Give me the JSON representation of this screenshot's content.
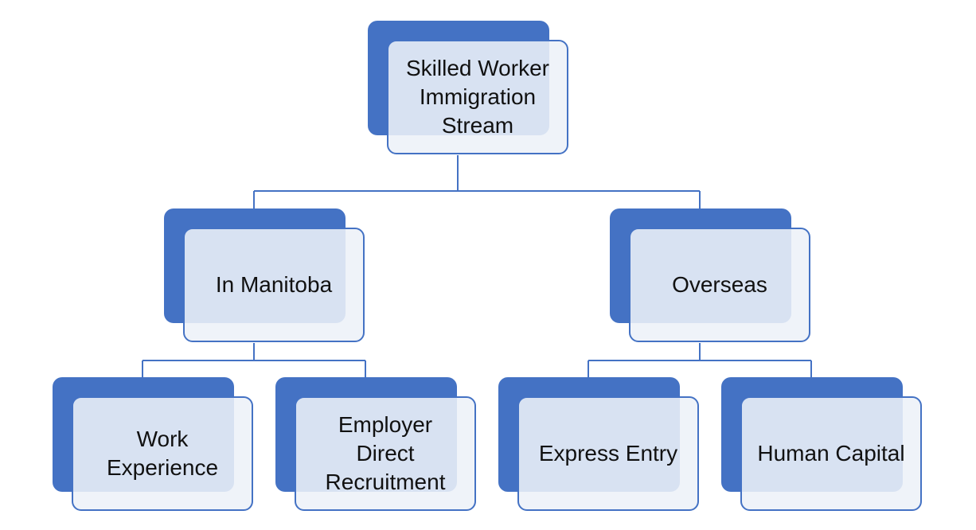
{
  "diagram": {
    "root": {
      "label": "Skilled Worker\nImmigration\nStream"
    },
    "branches": [
      {
        "label": "In Manitoba",
        "children": [
          {
            "label": "Work\nExperience"
          },
          {
            "label": "Employer\nDirect\nRecruitment"
          }
        ]
      },
      {
        "label": "Overseas",
        "children": [
          {
            "label": "Express Entry"
          },
          {
            "label": "Human Capital"
          }
        ]
      }
    ],
    "colors": {
      "accent": "#4472c4",
      "card_fill": "#edf1f8",
      "text": "#111111"
    }
  }
}
